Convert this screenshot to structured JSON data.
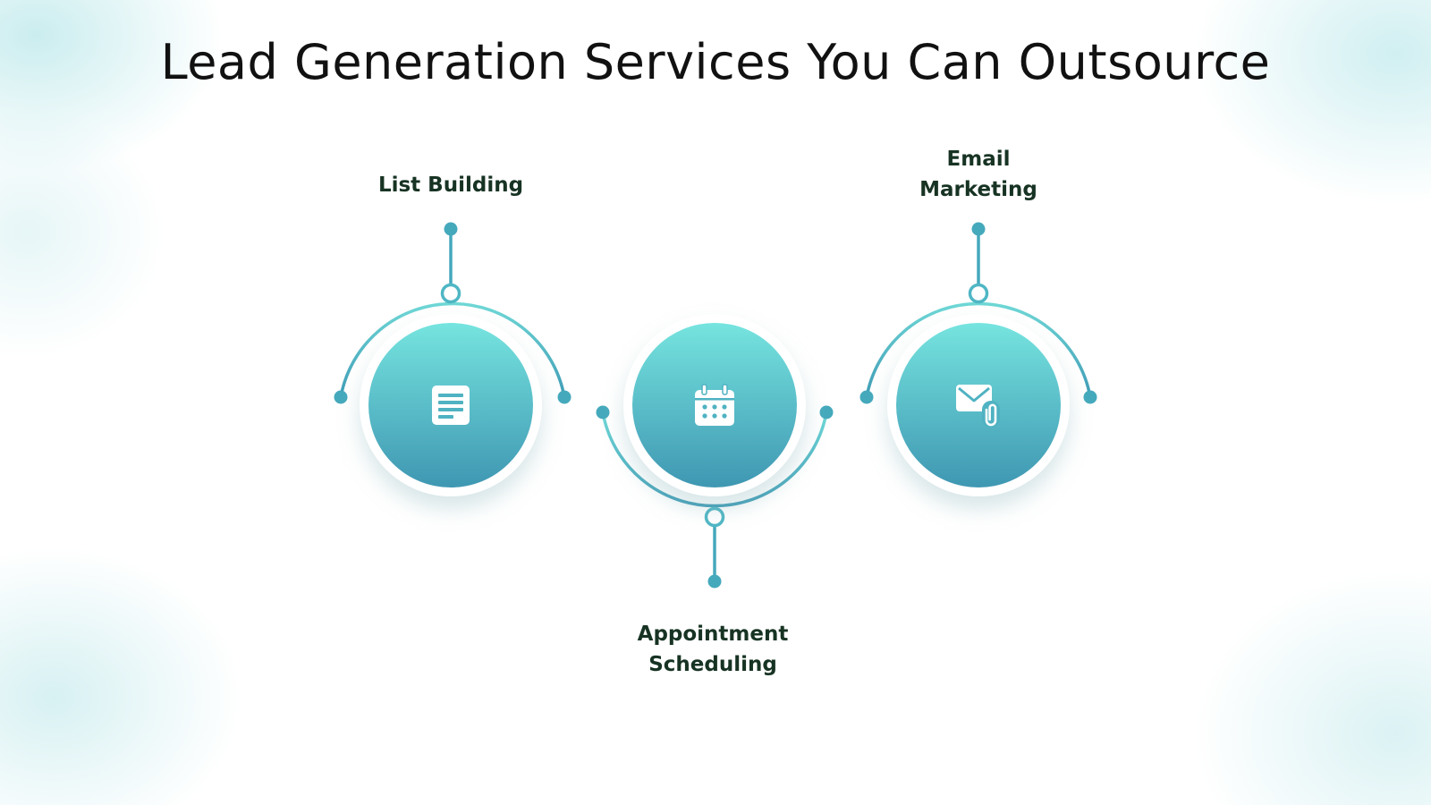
{
  "title": "Lead Generation Services You Can Outsource",
  "colors": {
    "teal_top": "#76e4df",
    "teal_bottom": "#3f97b2",
    "arc": "#4fb6c4",
    "label_text": "#173323",
    "title_text": "#111111"
  },
  "services": [
    {
      "lines": [
        "List Building"
      ],
      "icon": "document-icon",
      "arc": "top"
    },
    {
      "lines": [
        "Appointment",
        "Scheduling"
      ],
      "icon": "calendar-icon",
      "arc": "bottom"
    },
    {
      "lines": [
        "Email",
        "Marketing"
      ],
      "icon": "email-attachment-icon",
      "arc": "top"
    }
  ]
}
